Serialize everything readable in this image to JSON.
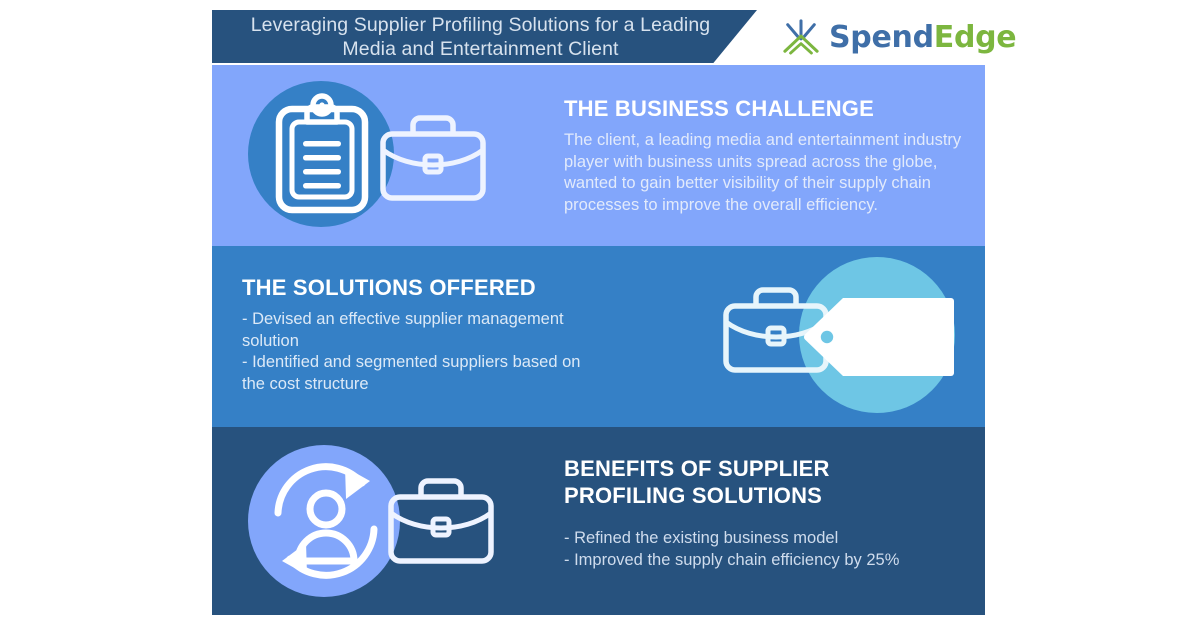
{
  "header": {
    "title": "Leveraging Supplier Profiling Solutions for a Leading Media and Entertainment Client"
  },
  "logo": {
    "icon_name": "spendedge-tripod-logo-icon",
    "text_primary": "Spend",
    "text_secondary": "Edge",
    "color_primary": "#3f6fa8",
    "color_secondary": "#7cb63f"
  },
  "panels": [
    {
      "id": "challenge",
      "heading": "THE BUSINESS CHALLENGE",
      "body": "The client, a leading media and entertainment industry player with business units spread across the globe, wanted to gain better visibility of their supply chain processes to improve the overall efficiency.",
      "background": "#82a6fb",
      "circle_color": "#3580c6",
      "icons": [
        "clipboard-icon",
        "briefcase-icon"
      ]
    },
    {
      "id": "solutions",
      "heading": "THE SOLUTIONS OFFERED",
      "body": "- Devised an effective supplier management solution\n- Identified and segmented suppliers based on the cost structure",
      "background": "#3580c6",
      "circle_color": "#6ec6e5",
      "icons": [
        "briefcase-icon",
        "price-tag-icon"
      ]
    },
    {
      "id": "benefits",
      "heading": "BENEFITS OF SUPPLIER PROFILING SOLUTIONS",
      "body": "- Refined the existing business model\n- Improved the supply chain efficiency by 25%",
      "background": "#27527e",
      "circle_color": "#82a6fb",
      "icons": [
        "user-refresh-icon",
        "briefcase-icon"
      ]
    }
  ]
}
